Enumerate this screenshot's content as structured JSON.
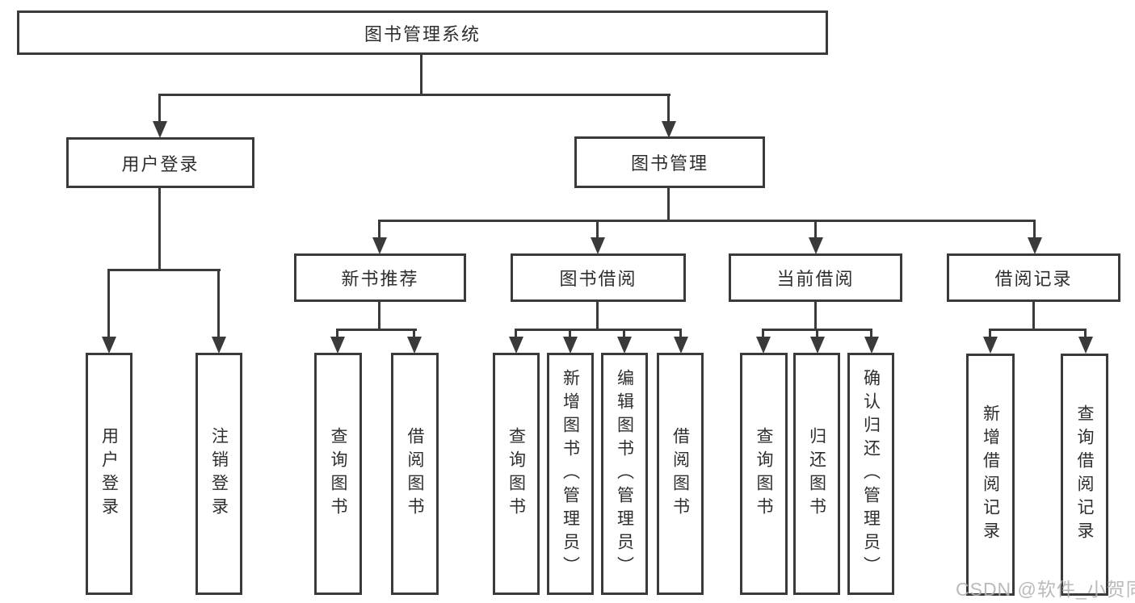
{
  "colors": {
    "line": "#3a3a3a",
    "text": "#2e2e2e",
    "bg": "#ffffff",
    "boxbg": "#ffffff",
    "watermark": "#b3b3b3"
  },
  "diagram": {
    "type": "tree",
    "root": {
      "label": "图书管理系统",
      "children": [
        {
          "label": "用户登录",
          "children": [
            {
              "label": "用户登录"
            },
            {
              "label": "注销登录"
            }
          ]
        },
        {
          "label": "图书管理",
          "children": [
            {
              "label": "新书推荐",
              "children": [
                {
                  "label": "查询图书"
                },
                {
                  "label": "借阅图书"
                }
              ]
            },
            {
              "label": "图书借阅",
              "children": [
                {
                  "label": "查询图书"
                },
                {
                  "label": "新增图书（管理员）"
                },
                {
                  "label": "编辑图书（管理员）"
                },
                {
                  "label": "借阅图书"
                }
              ]
            },
            {
              "label": "当前借阅",
              "children": [
                {
                  "label": "查询图书"
                },
                {
                  "label": "归还图书"
                },
                {
                  "label": "确认归还（管理员）"
                }
              ]
            },
            {
              "label": "借阅记录",
              "children": [
                {
                  "label": "新增借阅记录"
                },
                {
                  "label": "查询借阅记录"
                }
              ]
            }
          ]
        }
      ]
    }
  },
  "watermark": {
    "text": "CSDN @软件_小贺同学"
  }
}
